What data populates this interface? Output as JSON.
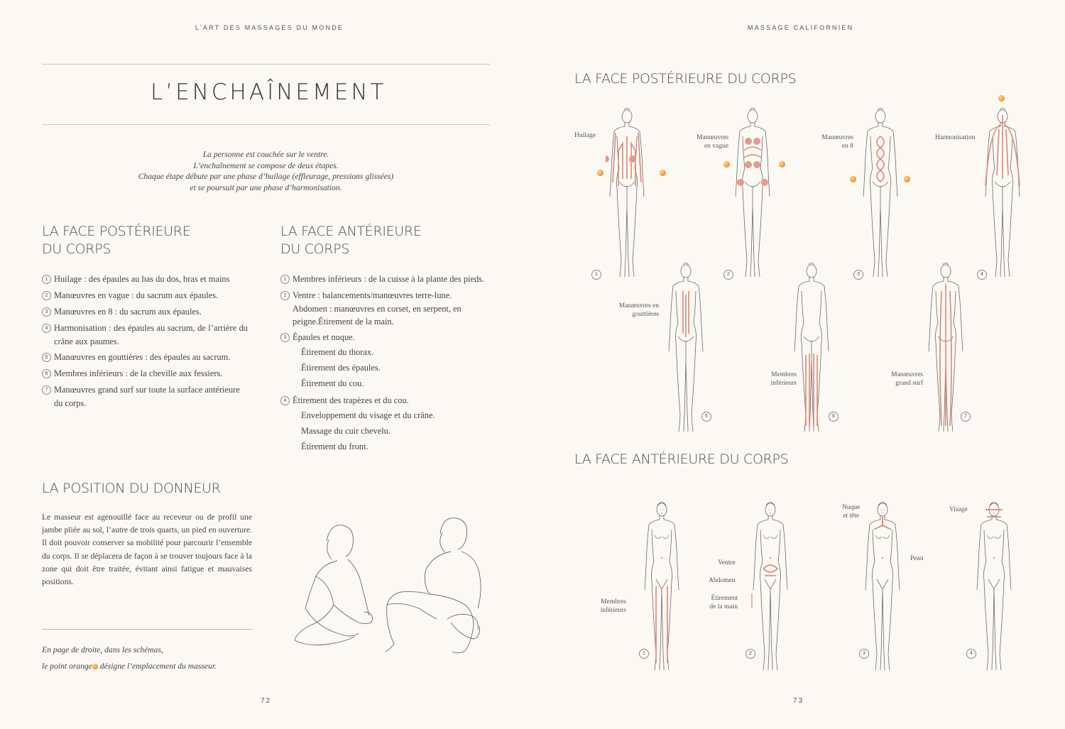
{
  "left_page": {
    "running_head": "L’ART DES MASSAGES DU MONDE",
    "title": "L’ENCHAÎNEMENT",
    "intro": [
      "La personne est couchée sur le ventre.",
      "L’enchaînement se compose de deux étapes.",
      "Chaque étape débute par une phase d’huilage (effleurage, pressions glissées)",
      "et se poursuit par une phase d’harmonisation."
    ],
    "posterior": {
      "heading_line1": "LA FACE POSTÉRIEURE",
      "heading_line2": "DU CORPS",
      "items": [
        {
          "num": "1",
          "text": "Huilage : des épaules au bas du dos, bras et mains"
        },
        {
          "num": "2",
          "text": "Manœuvres en vague : du sacrum aux épaules."
        },
        {
          "num": "3",
          "text": "Manœuvres en 8 : du sacrum aux épaules."
        },
        {
          "num": "4",
          "text": "Harmonisation : des épaules au sacrum, de l’arrière du crâne aux paumes."
        },
        {
          "num": "5",
          "text": "Manœuvres en gouttières : des épaules au sacrum."
        },
        {
          "num": "6",
          "text": "Membres inférieurs : de la cheville aux fessiers."
        },
        {
          "num": "7",
          "text": "Manœuvres grand surf sur toute la surface antérieure du corps."
        }
      ]
    },
    "anterior": {
      "heading_line1": "LA FACE ANTÉRIEURE",
      "heading_line2": "DU CORPS",
      "items": [
        {
          "num": "1",
          "text": "Membres inférieurs : de la cuisse à la plante des pieds."
        },
        {
          "num": "2",
          "text": "Ventre : balancements/manœuvres terre-lune. Abdomen : manœuvres en corset, en serpent, en peigne.Étirement de la main."
        },
        {
          "num": "3",
          "text": "Épaules et nuque."
        },
        {
          "num": "",
          "text": "Étirement du thorax."
        },
        {
          "num": "",
          "text": "Étirement des épaules."
        },
        {
          "num": "",
          "text": "Étirement du cou."
        },
        {
          "num": "4",
          "text": "Étirement des trapèzes et du cou."
        },
        {
          "num": "",
          "text": "Enveloppement du visage et du crâne."
        },
        {
          "num": "",
          "text": "Massage du cuir chevelu."
        },
        {
          "num": "",
          "text": "Étirement du front."
        }
      ]
    },
    "giver": {
      "heading": "LA POSITION DU DONNEUR",
      "text": "Le masseur est agenouillé face au receveur ou de profil une jambe pliée au sol, l’autre de trois quarts, un pied en ouverture. Il doit pouvoir conserver sa mobilité pour parcourir l’ensemble du corps. Il se déplacera de façon à se trouver toujours face à la zone qui doit être traitée, évitant ainsi fatigue et mauvaises positions."
    },
    "note_line1": "En page de droite, dans les schémas,",
    "note_line2a": "le point orange",
    "note_line2b": " désigne l’emplacement du masseur.",
    "page_number": "72"
  },
  "right_page": {
    "running_head": "MASSAGE CALIFORNIEN",
    "section1": "LA FACE POSTÉRIEURE DU CORPS",
    "section2": "LA FACE ANTÉRIEURE DU CORPS",
    "posterior_labels": {
      "f1": "Huilage",
      "f2": [
        "Manœuvres",
        "en vague"
      ],
      "f3": [
        "Manœuvres",
        "en 8"
      ],
      "f4": "Harmonisation",
      "f5": [
        "Manœuvres en",
        "gouttières"
      ],
      "f6": [
        "Membres",
        "inférieurs"
      ],
      "f7": [
        "Manœuvres",
        "grand surf"
      ]
    },
    "anterior_labels": {
      "f1": [
        "Membres",
        "inférieurs"
      ],
      "f2a": "Ventre",
      "f2b": "Abdomen",
      "f2c": [
        "Étirement",
        "de la main"
      ],
      "f3a": [
        "Nuque",
        "et tête"
      ],
      "f3b": "Peau",
      "f4": "Visage"
    },
    "figure_numbers": [
      "1",
      "2",
      "3",
      "4",
      "5",
      "6",
      "7"
    ],
    "page_number": "73",
    "colors": {
      "arrow": "#d9877a",
      "masseur_dot": "#f0932b",
      "line": "#6a6a6a"
    }
  }
}
